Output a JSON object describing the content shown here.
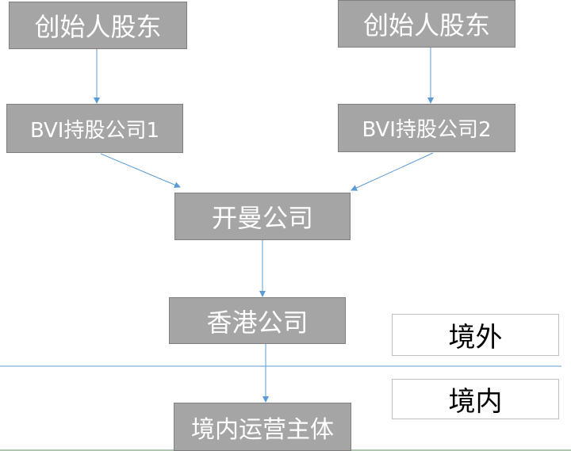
{
  "diagram": {
    "nodes": {
      "founder_1": "创始人股东",
      "founder_2": "创始人股东",
      "bvi_1": "BVI持股公司1",
      "bvi_2": "BVI持股公司2",
      "cayman": "开曼公司",
      "hongkong": "香港公司",
      "domestic_entity": "境内运营主体"
    },
    "regions": {
      "offshore": "境外",
      "onshore": "境内"
    },
    "edges": [
      [
        "founder_1",
        "bvi_1"
      ],
      [
        "founder_2",
        "bvi_2"
      ],
      [
        "bvi_1",
        "cayman"
      ],
      [
        "bvi_2",
        "cayman"
      ],
      [
        "cayman",
        "hongkong"
      ],
      [
        "hongkong",
        "domestic_entity"
      ]
    ],
    "colors": {
      "node_fill": "#a5a5a5",
      "node_text": "#ffffff",
      "arrow": "#5b9bd5"
    }
  }
}
